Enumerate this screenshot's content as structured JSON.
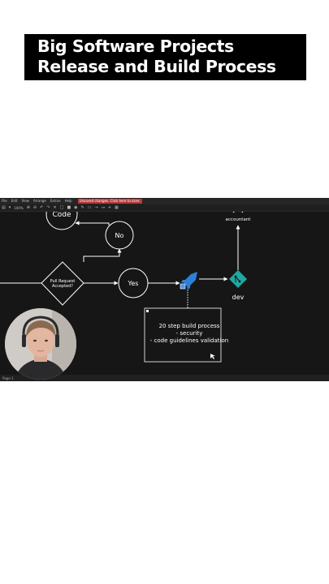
{
  "title": {
    "line1": "Big Software Projects",
    "line2": "Release and Build Process"
  },
  "app": {
    "menu": [
      "File",
      "Edit",
      "View",
      "Arrange",
      "Extras",
      "Help"
    ],
    "file_tab": "Unsaved changes. Click here to save.",
    "zoom": "100%",
    "page_tab": "Page-1"
  },
  "diagram": {
    "code_label": "Code",
    "no_label": "No",
    "decision_label_line1": "Pull Request",
    "decision_label_line2": "Accepted?",
    "yes_label": "Yes",
    "dev_label": "dev",
    "accountant_label": "accountant",
    "note_line1": "20 step build process",
    "note_line2": "- security",
    "note_line3": "- code guidelines validation"
  },
  "icons": {
    "pipeline": "azure-pipelines-icon",
    "git": "git-icon"
  },
  "colors": {
    "banner_bg": "#000000",
    "canvas_bg": "#161616",
    "stroke": "#ffffff",
    "pipeline_blue": "#2f7fd6",
    "git_teal": "#1fa8a0",
    "file_tab_red": "#b83a3a"
  }
}
